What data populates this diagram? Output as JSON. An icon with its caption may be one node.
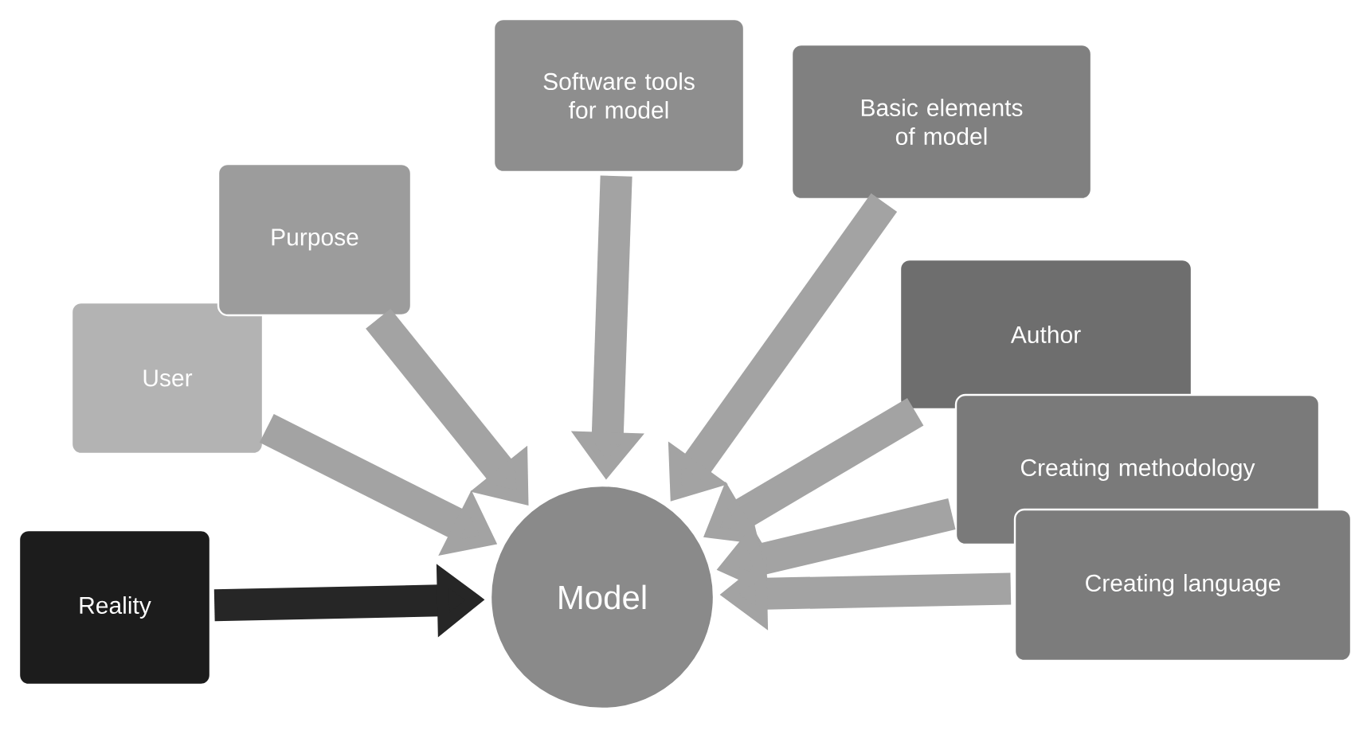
{
  "diagram": {
    "nodes": [
      {
        "text": [
          "Reality"
        ]
      },
      {
        "text": [
          "User"
        ]
      },
      {
        "text": [
          "Purpose"
        ]
      },
      {
        "text": [
          "Software tools for model"
        ]
      },
      {
        "text": [
          "Basic elements of model"
        ]
      },
      {
        "text": [
          "Author"
        ]
      },
      {
        "text": [
          "Creating methodology"
        ]
      },
      {
        "text": [
          "Creating language"
        ]
      },
      {
        "text": [
          "Model"
        ]
      }
    ],
    "edges": [
      {
        "from": 0,
        "to": 8,
        "arrow": "to",
        "color": "#262626"
      },
      {
        "from": 1,
        "to": 8,
        "arrow": "to"
      },
      {
        "from": 2,
        "to": 8,
        "arrow": "to"
      },
      {
        "from": 3,
        "to": 8,
        "arrow": "to"
      },
      {
        "from": 4,
        "to": 8,
        "arrow": "to"
      },
      {
        "from": 5,
        "to": 8,
        "arrow": "to"
      },
      {
        "from": 6,
        "to": 8,
        "arrow": "to"
      },
      {
        "from": 7,
        "to": 8,
        "arrow": "to"
      }
    ]
  }
}
